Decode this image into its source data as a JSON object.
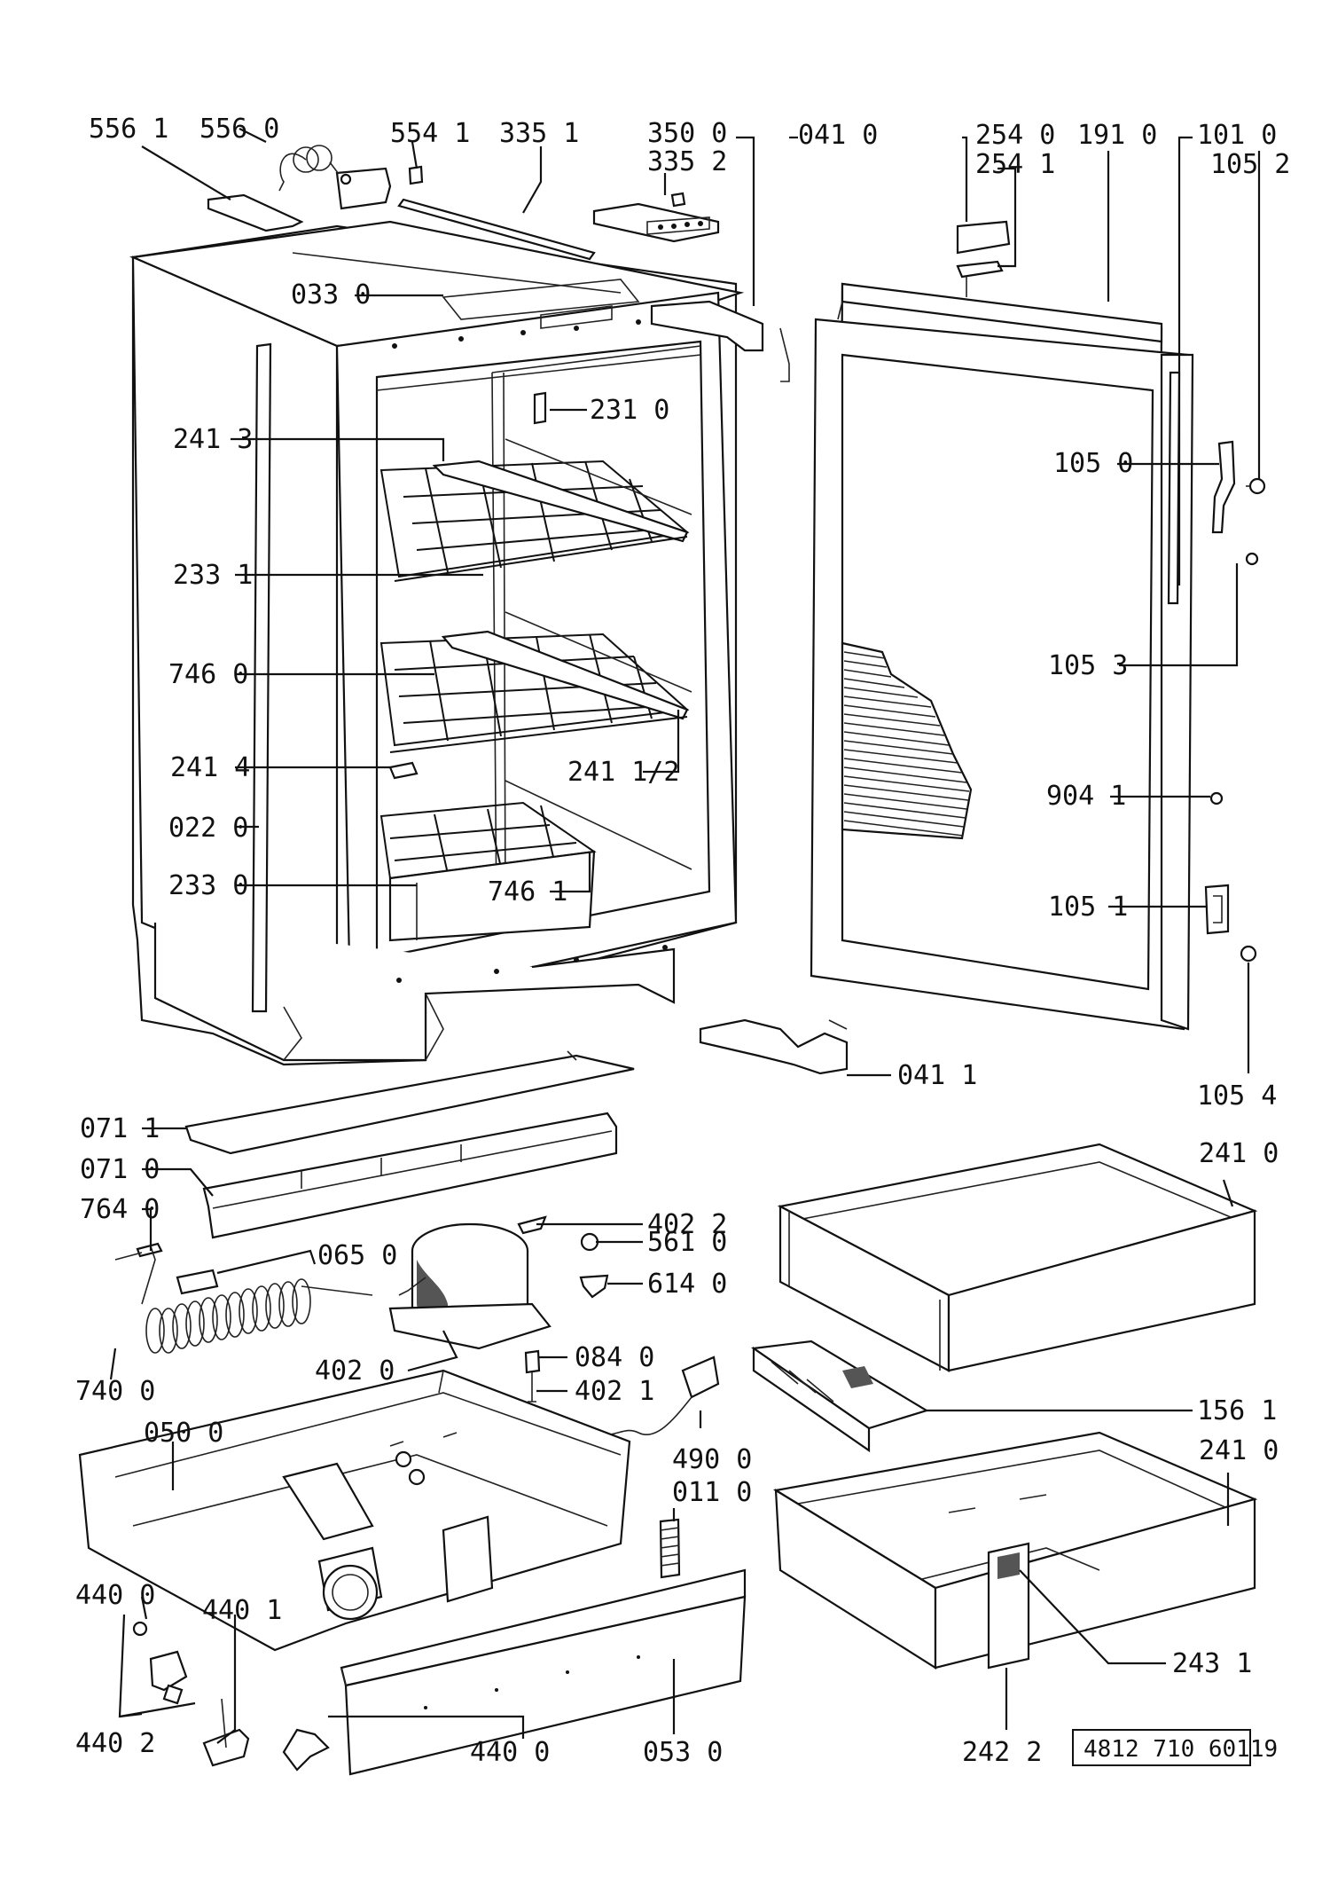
{
  "document_number": "4812 710 60119",
  "labels": {
    "l5561": "556 1",
    "l5560": "556 0",
    "l5541": "554 1",
    "l3351": "335 1",
    "l3500": "350 0",
    "l3352": "335 2",
    "l0410": "041 0",
    "l2540": "254 0",
    "l2541": "254 1",
    "l1910": "191 0",
    "l1010": "101 0",
    "l1052": "105 2",
    "l0330": "033 0",
    "l2310": "231 0",
    "l2413": "241 3",
    "l1050": "105 0",
    "l2331": "233 1",
    "l1053": "105 3",
    "l7460": "746 0",
    "l2414": "241 4",
    "l24112": "241 1/2",
    "l9041": "904 1",
    "l0220": "022 0",
    "l2330": "233 0",
    "l7461": "746 1",
    "l1051": "105 1",
    "l0411": "041 1",
    "l1054": "105 4",
    "l0711": "071 1",
    "l2410a": "241 0",
    "l0710": "071 0",
    "l7640": "764 0",
    "l4022": "402 2",
    "l5610": "561 0",
    "l0650": "065 0",
    "l6140": "614 0",
    "l4020": "402 0",
    "l0840": "084 0",
    "l7400": "740 0",
    "l4021": "402 1",
    "l1561": "156 1",
    "l0500": "050 0",
    "l4900": "490 0",
    "l0110": "011 0",
    "l2410b": "241 0",
    "l4400a": "440 0",
    "l4401": "440 1",
    "l2431": "243 1",
    "l4402": "440 2",
    "l4400b": "440 0",
    "l0530": "053 0",
    "l2422": "242 2"
  }
}
